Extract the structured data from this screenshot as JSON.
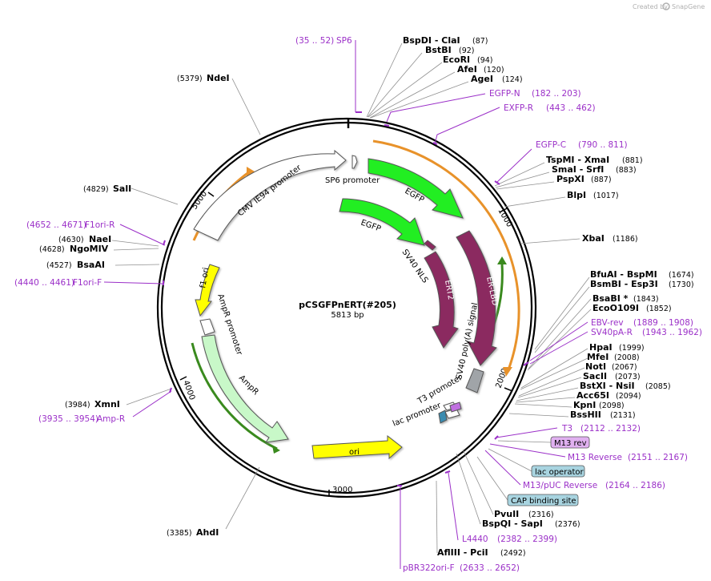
{
  "header": {
    "credit_text": "Created by",
    "brand": "SnapGene"
  },
  "plasmid": {
    "name": "pCSGFPnERT(#205)",
    "size_label": "5813 bp"
  },
  "ticks": [
    "1000",
    "2000",
    "3000",
    "4000",
    "5000"
  ],
  "features": {
    "cmv": "CMV IE94 promoter",
    "sp6": "SP6 promoter",
    "egfp1": "EGFP",
    "egfp2": "EGFP",
    "nls": "SV40 NLS",
    "ert2": "ERT2",
    "erlbd": "ER-LBD",
    "polya": "SV40 poly(A) signal",
    "t3": "T3 promoter",
    "lac": "lac promoter",
    "f1ori": "f1 ori",
    "ampr_prom": "AmpR promoter",
    "ampr": "AmpR",
    "ori": "ori"
  },
  "sites": [
    {
      "name": "BspDI  - ClaI",
      "pos": "(87)"
    },
    {
      "name": "BstBI",
      "pos": "(92)"
    },
    {
      "name": "EcoRI",
      "pos": "(94)"
    },
    {
      "name": "AfeI",
      "pos": "(120)"
    },
    {
      "name": "AgeI",
      "pos": "(124)"
    },
    {
      "name": "TspMI  - XmaI",
      "pos": "(881)"
    },
    {
      "name": "SmaI  - SrfI",
      "pos": "(883)"
    },
    {
      "name": "PspXI",
      "pos": "(887)"
    },
    {
      "name": "BlpI",
      "pos": "(1017)"
    },
    {
      "name": "XbaI",
      "pos": "(1186)"
    },
    {
      "name": "BfuAI  - BspMI",
      "pos": "(1674)"
    },
    {
      "name": "BsmBI  - Esp3I",
      "pos": "(1730)"
    },
    {
      "name": "BsaBI *",
      "pos": "(1843)"
    },
    {
      "name": "EcoO109I",
      "pos": "(1852)"
    },
    {
      "name": "HpaI",
      "pos": "(1999)"
    },
    {
      "name": "MfeI",
      "pos": "(2008)"
    },
    {
      "name": "NotI",
      "pos": "(2067)"
    },
    {
      "name": "SacII",
      "pos": "(2073)"
    },
    {
      "name": "BstXI  - NsiI",
      "pos": "(2085)"
    },
    {
      "name": "Acc65I",
      "pos": "(2094)"
    },
    {
      "name": "KpnI",
      "pos": "(2098)"
    },
    {
      "name": "BssHII",
      "pos": "(2131)"
    },
    {
      "name": "PvuII",
      "pos": "(2316)"
    },
    {
      "name": "BspQI  - SapI",
      "pos": "(2376)"
    },
    {
      "name": "AflIII  - PciI",
      "pos": "(2492)"
    },
    {
      "name": "AhdI",
      "pos": "(3385)"
    },
    {
      "name": "XmnI",
      "pos": "(3984)"
    },
    {
      "name": "BsaAI",
      "pos": "(4527)"
    },
    {
      "name": "NgoMIV",
      "pos": "(4628)"
    },
    {
      "name": "NaeI",
      "pos": "(4630)"
    },
    {
      "name": "SalI",
      "pos": "(4829)"
    },
    {
      "name": "NdeI",
      "pos": "(5379)"
    }
  ],
  "primers": [
    {
      "name": "SP6",
      "range": "(35 .. 52)"
    },
    {
      "name": "EGFP-N",
      "range": "(182 .. 203)"
    },
    {
      "name": "EXFP-R",
      "range": "(443 .. 462)"
    },
    {
      "name": "EGFP-C",
      "range": "(790 .. 811)"
    },
    {
      "name": "EBV-rev",
      "range": "(1889 .. 1908)"
    },
    {
      "name": "SV40pA-R",
      "range": "(1943 .. 1962)"
    },
    {
      "name": "T3",
      "range": "(2112 .. 2132)"
    },
    {
      "name": "M13 Reverse",
      "range": "(2151 .. 2167)"
    },
    {
      "name": "M13/pUC Reverse",
      "range": "(2164 .. 2186)"
    },
    {
      "name": "L4440",
      "range": "(2382 .. 2399)"
    },
    {
      "name": "pBR322ori-F",
      "range": "(2633 .. 2652)"
    },
    {
      "name": "Amp-R",
      "range": "(3935 .. 3954)"
    },
    {
      "name": "F1ori-F",
      "range": "(4440 .. 4461)"
    },
    {
      "name": "F1ori-R",
      "range": "(4652 .. 4671)"
    }
  ],
  "boxes": {
    "m13rev": "M13 rev",
    "lac_operator": "lac operator",
    "cap": "CAP binding site"
  },
  "colors": {
    "egfp": "#22ee22",
    "ert": "#8b2960",
    "orange_arc": "#e8922a",
    "green_arc": "#3a8a1e",
    "f1ori": "#ffff00",
    "ampr": "#c8f8c8",
    "primer": "#9b30c8"
  }
}
